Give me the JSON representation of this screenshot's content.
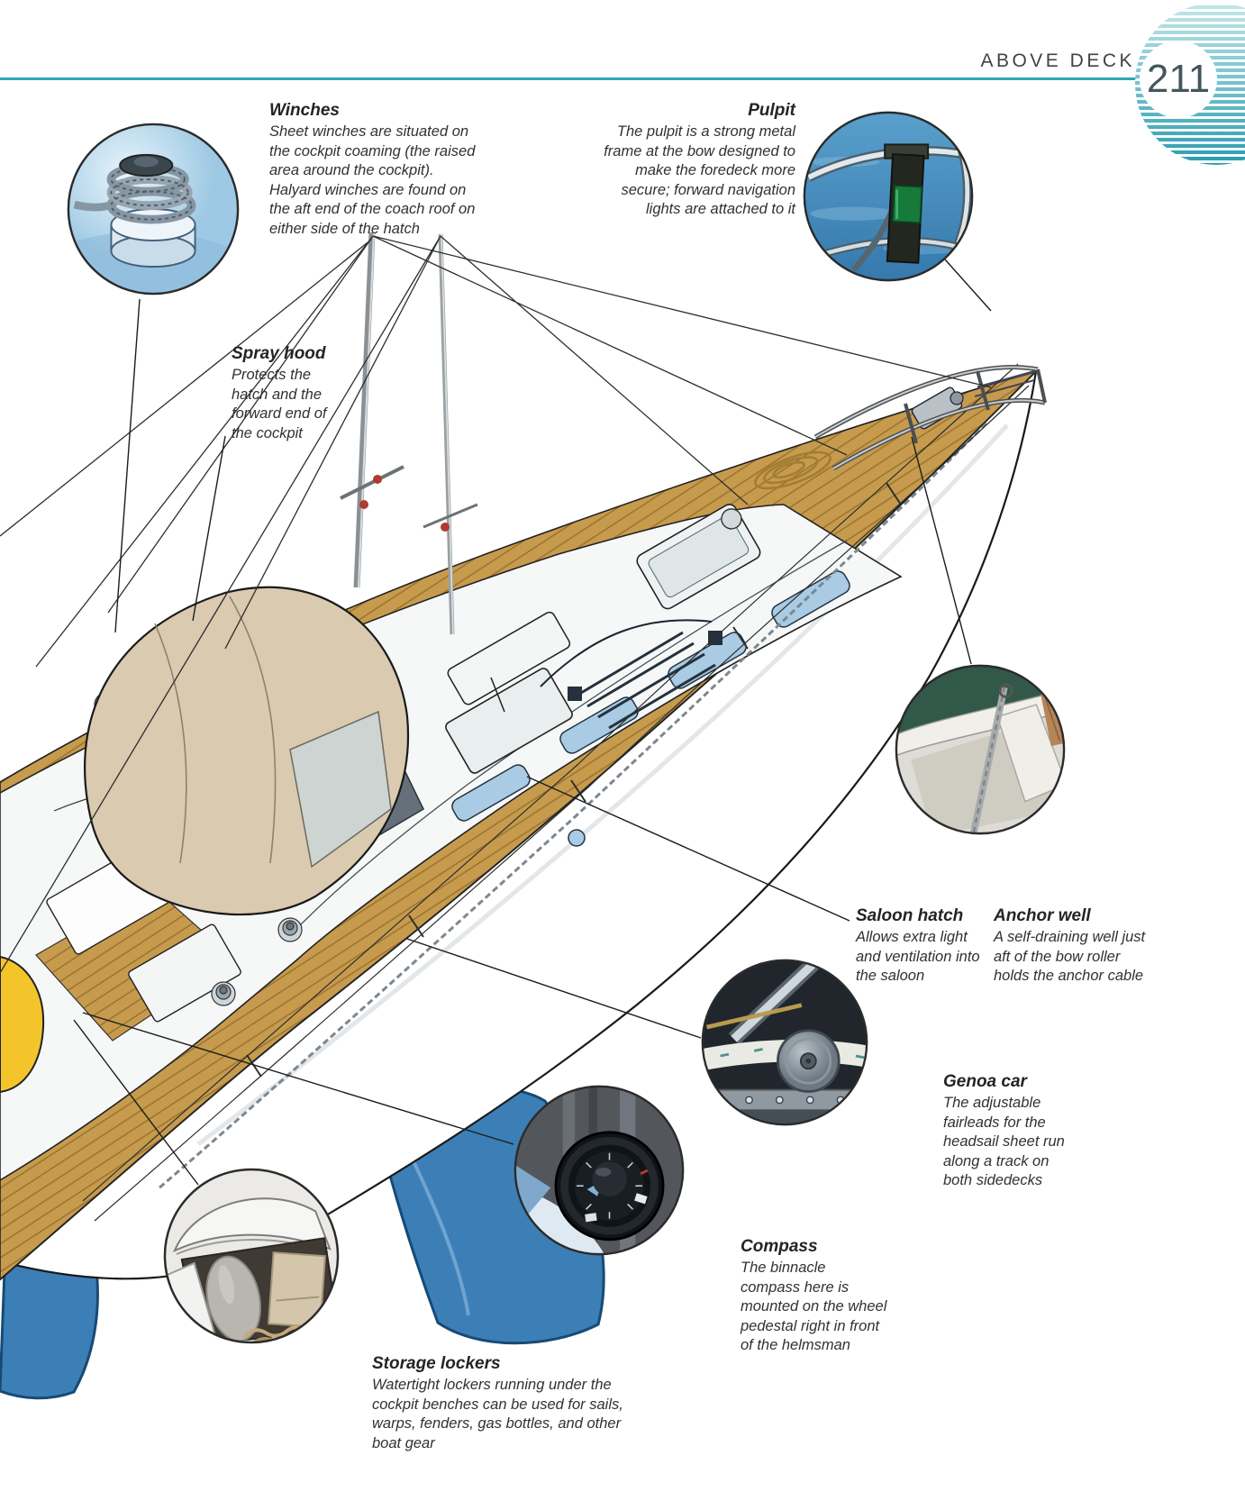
{
  "page": {
    "section_title": "ABOVE DECK",
    "page_number": "211"
  },
  "callouts": [
    {
      "id": "winches",
      "title": "Winches",
      "body": "Sheet winches are situated on the cockpit coaming (the raised area around the cockpit). Halyard winches are found on the aft end of the coach roof on either side of the hatch"
    },
    {
      "id": "pulpit",
      "title": "Pulpit",
      "body": "The pulpit is a strong metal frame at the bow designed to make the foredeck more secure; forward navigation lights are attached to it"
    },
    {
      "id": "spray-hood",
      "title": "Spray hood",
      "body": "Protects the hatch and the forward end of the cockpit"
    },
    {
      "id": "saloon-hatch",
      "title": "Saloon hatch",
      "body": "Allows extra light and ventilation into the saloon"
    },
    {
      "id": "anchor-well",
      "title": "Anchor well",
      "body": "A self-draining well just aft of the bow roller holds the anchor cable"
    },
    {
      "id": "genoa-car",
      "title": "Genoa car",
      "body": "The adjustable fairleads for the headsail sheet run along a track on both sidedecks"
    },
    {
      "id": "compass",
      "title": "Compass",
      "body": "The binnacle compass here is mounted on the wheel pedestal right in front of the helmsman"
    },
    {
      "id": "storage-lockers",
      "title": "Storage lockers",
      "body": "Watertight lockers running under the cockpit benches can be used for sails, warps, fenders, gas bottles, and other boat gear"
    }
  ],
  "photos": [
    {
      "id": "winch-photo",
      "depicts": "sheet winch with rope coils"
    },
    {
      "id": "pulpit-photo",
      "depicts": "bow pulpit frame with green navigation light over water"
    },
    {
      "id": "anchor-well-photo",
      "depicts": "anchor well with anchor rode"
    },
    {
      "id": "genoa-car-photo",
      "depicts": "genoa car fairlead on its track"
    },
    {
      "id": "compass-photo",
      "depicts": "binnacle compass"
    },
    {
      "id": "storage-locker-photo",
      "depicts": "open cockpit storage locker with fender and warps"
    }
  ],
  "colors": {
    "accent_teal": "#2fa6b6",
    "teak_deck": "#c79b4d",
    "hull_white": "#ffffff",
    "hood_beige": "#d9cab0",
    "rudder_blue": "#3c7fb6",
    "buoy_yellow": "#f3c52b",
    "sea_blue": "#3f8fc4",
    "body_text": "#2f3133"
  }
}
